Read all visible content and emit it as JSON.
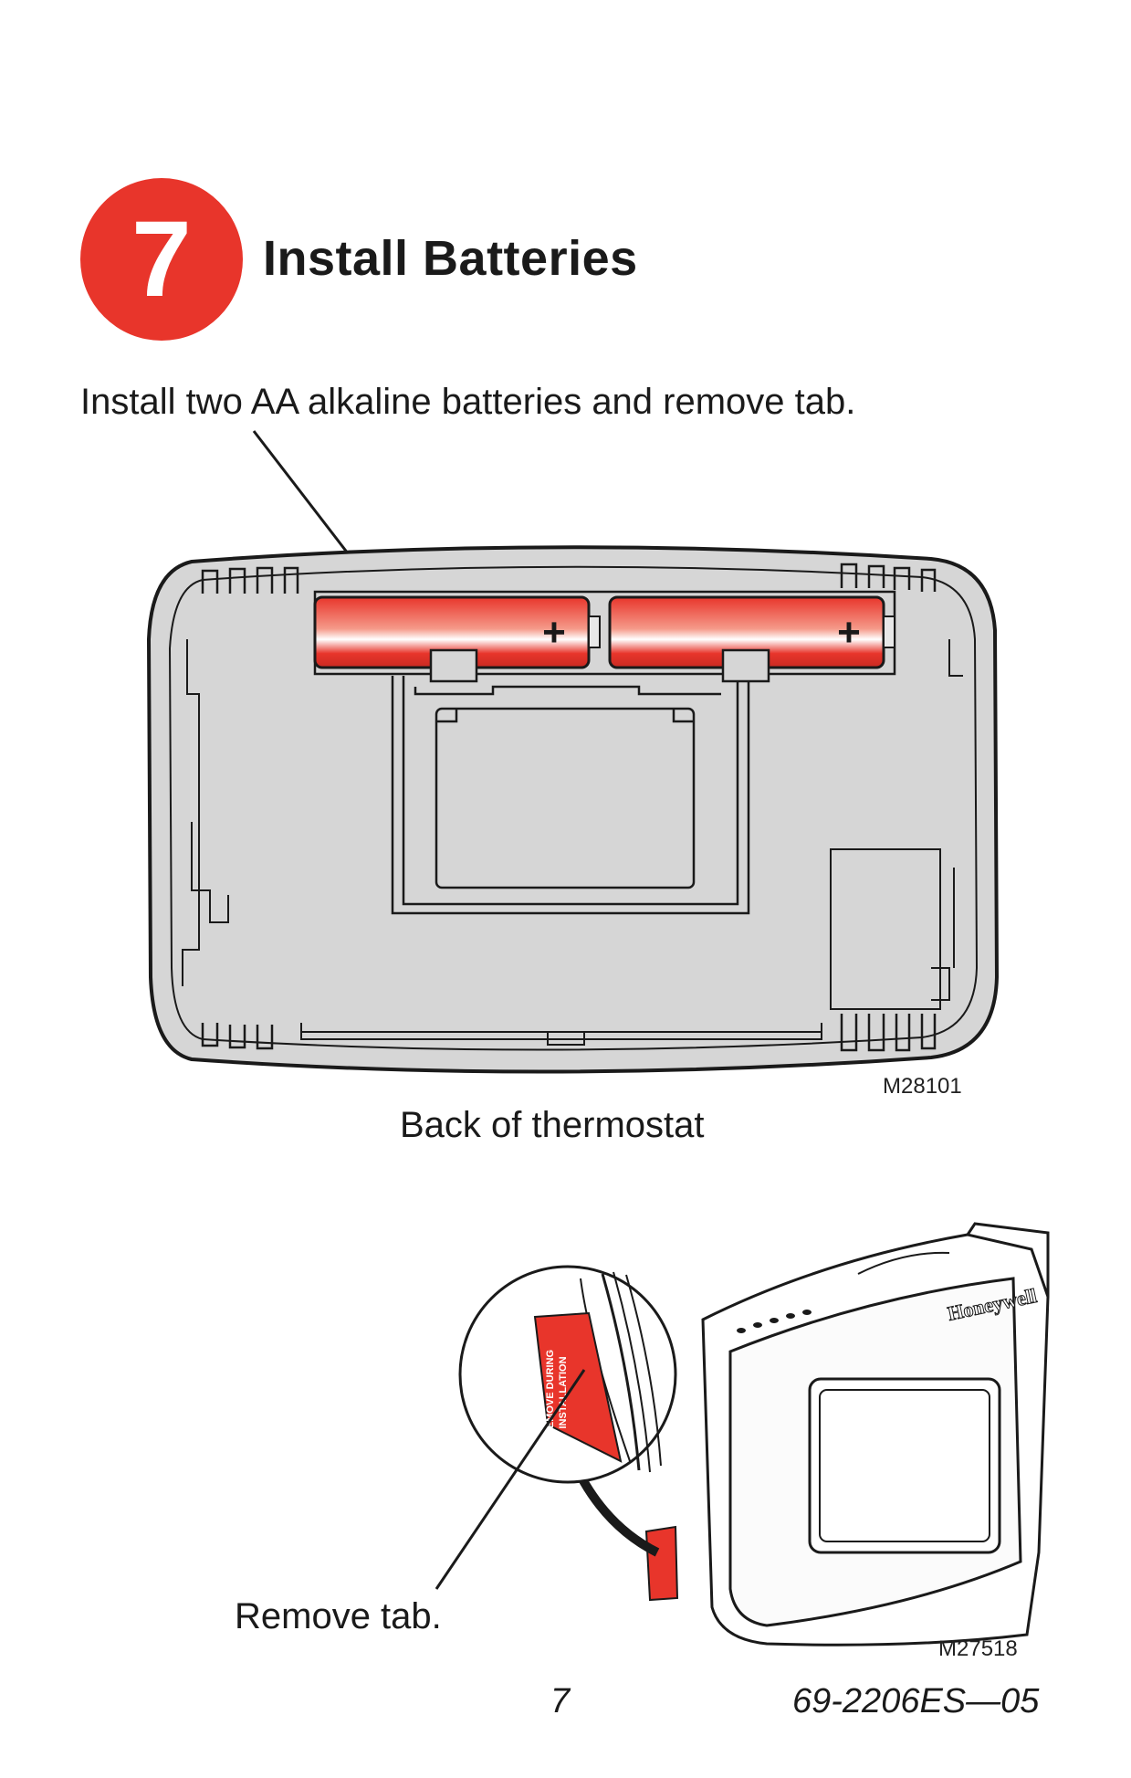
{
  "step": {
    "number": "7",
    "title": "Install Batteries"
  },
  "instruction": "Install two AA alkaline batteries and remove tab.",
  "figure1": {
    "code": "M28101",
    "caption": "Back of thermostat",
    "battery_polarity": "+"
  },
  "figure2": {
    "code": "M27518",
    "caption": "Remove tab.",
    "tab_text_line1": "REMOVE DURING",
    "tab_text_line2": "INSTALLATION",
    "brand": "Honeywell"
  },
  "footer": {
    "page_number": "7",
    "doc_id": "69-2206ES—05"
  },
  "colors": {
    "accent_red": "#e8352b",
    "body_gray": "#d6d6d6",
    "outline": "#1a1a1a"
  }
}
